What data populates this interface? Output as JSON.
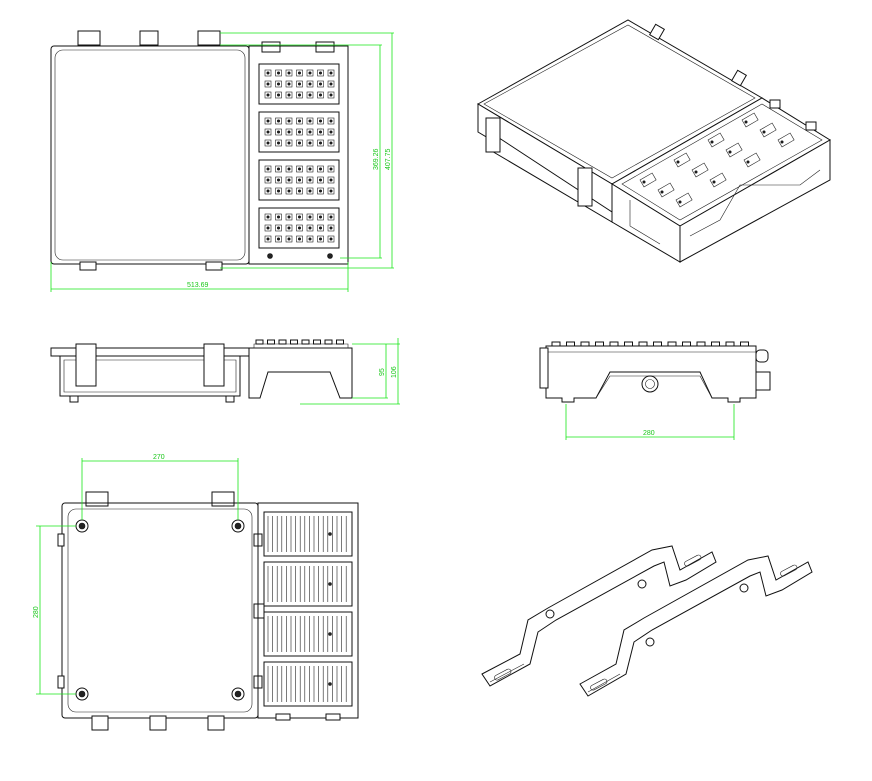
{
  "colors": {
    "line": "#111111",
    "dimension": "#19e619",
    "background": "#ffffff"
  },
  "dimensions": {
    "top_width": "513.69",
    "top_height_inner": "369.26",
    "top_height_outer": "407.75",
    "front_height_inner": "95",
    "front_height_outer": "106",
    "side_span": "280",
    "back_width": "270",
    "back_height": "280"
  }
}
